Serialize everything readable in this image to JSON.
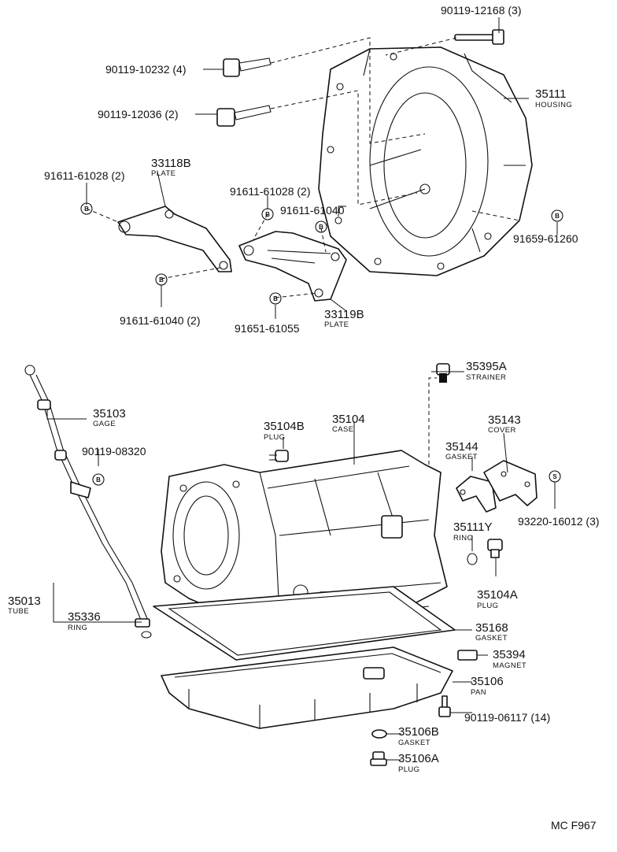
{
  "diagram": {
    "code_letters": {
      "b": "B",
      "s": "S"
    },
    "footer": "MC F967"
  },
  "labels": {
    "bolt_12168": "90119-12168 (3)",
    "bolt_10232": "90119-10232 (4)",
    "bolt_12036": "90119-12036 (2)",
    "housing_num": "35111",
    "housing_name": "HOUSING",
    "plate_a_num": "33118B",
    "plate_a_name": "PLATE",
    "bolt_61028_left": "91611-61028 (2)",
    "bolt_61028_mid": "91611-61028 (2)",
    "bolt_61040_mid": "91611-61040",
    "bolt_61260": "91659-61260",
    "bolt_61040_left": "91611-61040 (2)",
    "bolt_61055": "91651-61055",
    "plate_b_num": "33119B",
    "plate_b_name": "PLATE",
    "strainer_num": "35395A",
    "strainer_name": "STRAINER",
    "gage_num": "35103",
    "gage_name": "GAGE",
    "bolt_08320": "90119-08320",
    "plug_b_num": "35104B",
    "plug_b_name": "PLUG",
    "case_num": "35104",
    "case_name": "CASE",
    "cover_num": "35143",
    "cover_name": "COVER",
    "gasket_c_num": "35144",
    "gasket_c_name": "GASKET",
    "bolt_16012": "93220-16012 (3)",
    "ring_y_num": "35111Y",
    "ring_y_name": "RING",
    "plug_a_num": "35104A",
    "plug_a_name": "PLUG",
    "tube_num": "35013",
    "tube_name": "TUBE",
    "ring_num": "35336",
    "ring_name": "RING",
    "pan_gasket_num": "35168",
    "pan_gasket_name": "GASKET",
    "magnet_num": "35394",
    "magnet_name": "MAGNET",
    "pan_num": "35106",
    "pan_name": "PAN",
    "bolt_06117": "90119-06117 (14)",
    "drain_gasket_num": "35106B",
    "drain_gasket_name": "GASKET",
    "drain_plug_num": "35106A",
    "drain_plug_name": "PLUG"
  }
}
